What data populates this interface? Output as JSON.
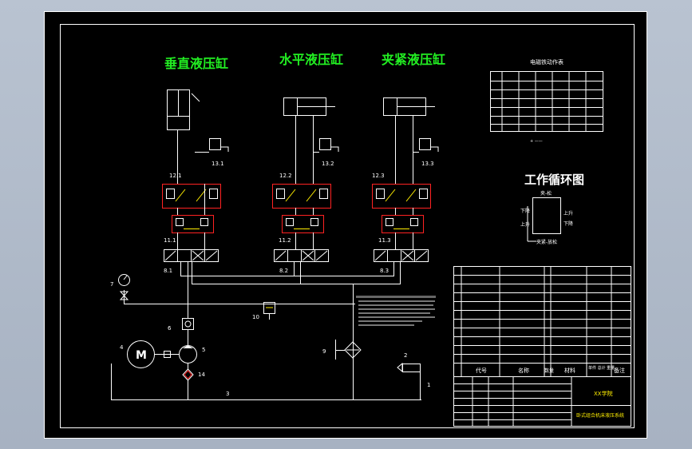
{
  "titles": {
    "vertical": "垂直液压缸",
    "horizontal": "水平液压缸",
    "clamp": "夹紧液压缸",
    "cycle": "工作循环图",
    "em_table": "电磁铁动作表"
  },
  "labels": {
    "g1": "12.1",
    "g2": "12.2",
    "g3": "12.3",
    "f1": "13.1",
    "f2": "13.2",
    "f3": "13.3",
    "c1": "11.1",
    "c2": "11.2",
    "c3": "11.3",
    "v1": "8.1",
    "v2": "8.2",
    "v3": "8.3",
    "n2": "2",
    "n3": "3",
    "n4": "4",
    "n5": "5",
    "n6": "6",
    "n7": "7",
    "n9": "9",
    "n10": "10",
    "n14": "14",
    "n1": "1"
  },
  "cycle": {
    "top": "夹-松",
    "left1": "下降",
    "left2": "上升",
    "right1": "上升",
    "right2": "下降",
    "bottom": "夹紧-放松"
  },
  "title_block": {
    "code_header": "代号",
    "name_header": "名称",
    "qty_header": "数量",
    "mat_header": "材料",
    "weight_header": "单件 总计 重量",
    "note_header": "备注",
    "drawing_name": "卧式组合机床液压系统",
    "company": "XX学院"
  },
  "colors": {
    "background": "#000000",
    "lines": "#ffffff",
    "titles": "#22ee22",
    "valve_boxes": "#ff2222",
    "valve_detail": "#ffee00",
    "frame": "#b9c3d1"
  }
}
